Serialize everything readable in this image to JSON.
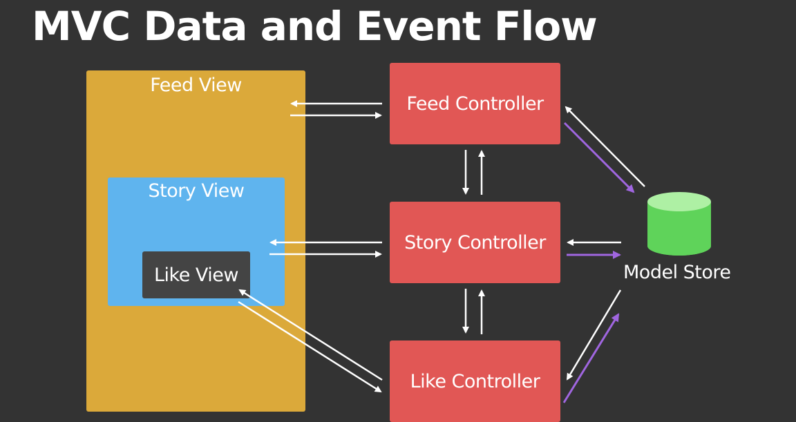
{
  "title": "MVC Data and Event Flow",
  "views": {
    "feed": "Feed View",
    "story": "Story View",
    "like": "Like View"
  },
  "controllers": {
    "feed": "Feed Controller",
    "story": "Story Controller",
    "like": "Like Controller"
  },
  "model_store": "Model Store",
  "colors": {
    "background": "#333333",
    "feed_view": "#dba93a",
    "story_view": "#5fb4ee",
    "like_view": "#444444",
    "controller": "#e15755",
    "model_store": "#5fd35a",
    "event_arrow": "#ffffff",
    "data_arrow": "#a066e0"
  }
}
